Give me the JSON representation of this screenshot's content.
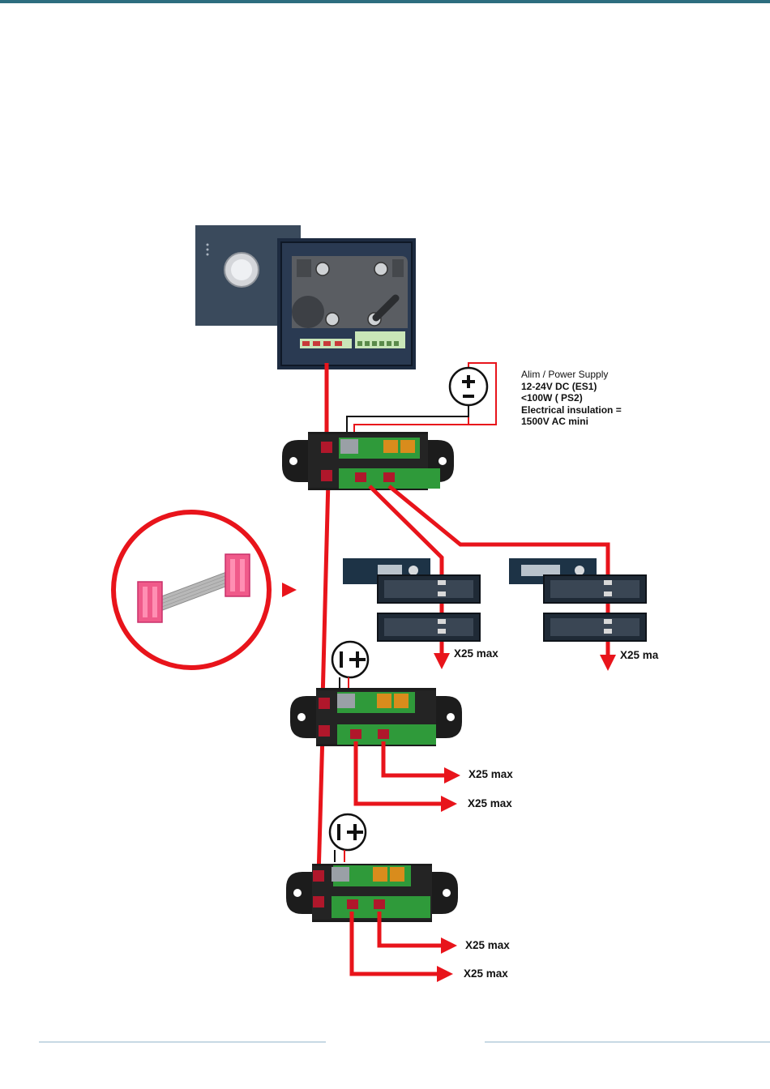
{
  "power_supply_note": {
    "line1": "Alim / Power Supply",
    "line2": "12-24V DC (ES1)",
    "line3": "<100W ( PS2)",
    "line4": "Electrical insulation =",
    "line5": "1500V AC mini"
  },
  "output_labels": {
    "upper_left_chain": "X25 max",
    "upper_right_chain": "X25 ma",
    "middle_module_upper": "X25 max",
    "middle_module_lower": "X25 max",
    "bottom_module_upper": "X25 max",
    "bottom_module_lower": "X25 max"
  },
  "colors": {
    "cable_red": "#e8141b",
    "module_body": "#1c1c1c",
    "pcb_green": "#2f9a3a",
    "relay_orange": "#d98c1c",
    "panel_slate": "#3b4a5c",
    "footer_line": "#8fb3c8"
  },
  "icons": {
    "power_symbol": "plus-minus-battery-icon",
    "ribbon_cable": "ribbon-cable-icon"
  }
}
